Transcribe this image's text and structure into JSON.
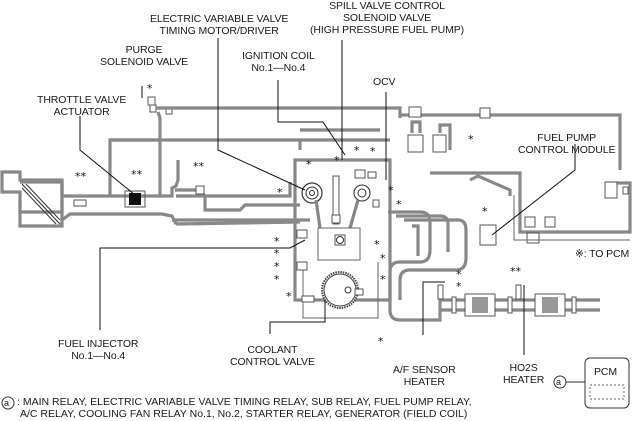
{
  "diagram": {
    "labels": {
      "evvt": [
        "ELECTRIC VARIABLE VALVE",
        "TIMING MOTOR/DRIVER"
      ],
      "spill": [
        "SPILL VALVE CONTROL",
        "SOLENOID VALVE",
        "(HIGH PRESSURE FUEL PUMP)"
      ],
      "purge": [
        "PURGE",
        "SOLENOID VALVE"
      ],
      "ignition": [
        "IGNITION COIL",
        "No.1—No.4"
      ],
      "ocv": [
        "OCV"
      ],
      "throttle": [
        "THROTTLE VALVE",
        "ACTUATOR"
      ],
      "fuel_pump_module": [
        "FUEL PUMP",
        "CONTROL MODULE"
      ],
      "to_pcm": "※: TO PCM",
      "fuel_injector": [
        "FUEL INJECTOR",
        "No.1—No.4"
      ],
      "coolant": [
        "COOLANT",
        "CONTROL VALVE"
      ],
      "af_sensor": [
        "A/F SENSOR",
        "HEATER"
      ],
      "ho2s": [
        "HO2S",
        "HEATER"
      ],
      "pcm": "PCM"
    },
    "legend": {
      "marker": "a",
      "line1": ": MAIN RELAY, ELECTRIC VARIABLE VALVE TIMING RELAY, SUB RELAY, FUEL PUMP RELAY,",
      "line2": "A/C RELAY, COOLING FAN RELAY No.1, No.2, STARTER RELAY, GENERATOR (FIELD COIL)"
    },
    "symbols": {
      "single": "※",
      "double": "※※"
    }
  }
}
